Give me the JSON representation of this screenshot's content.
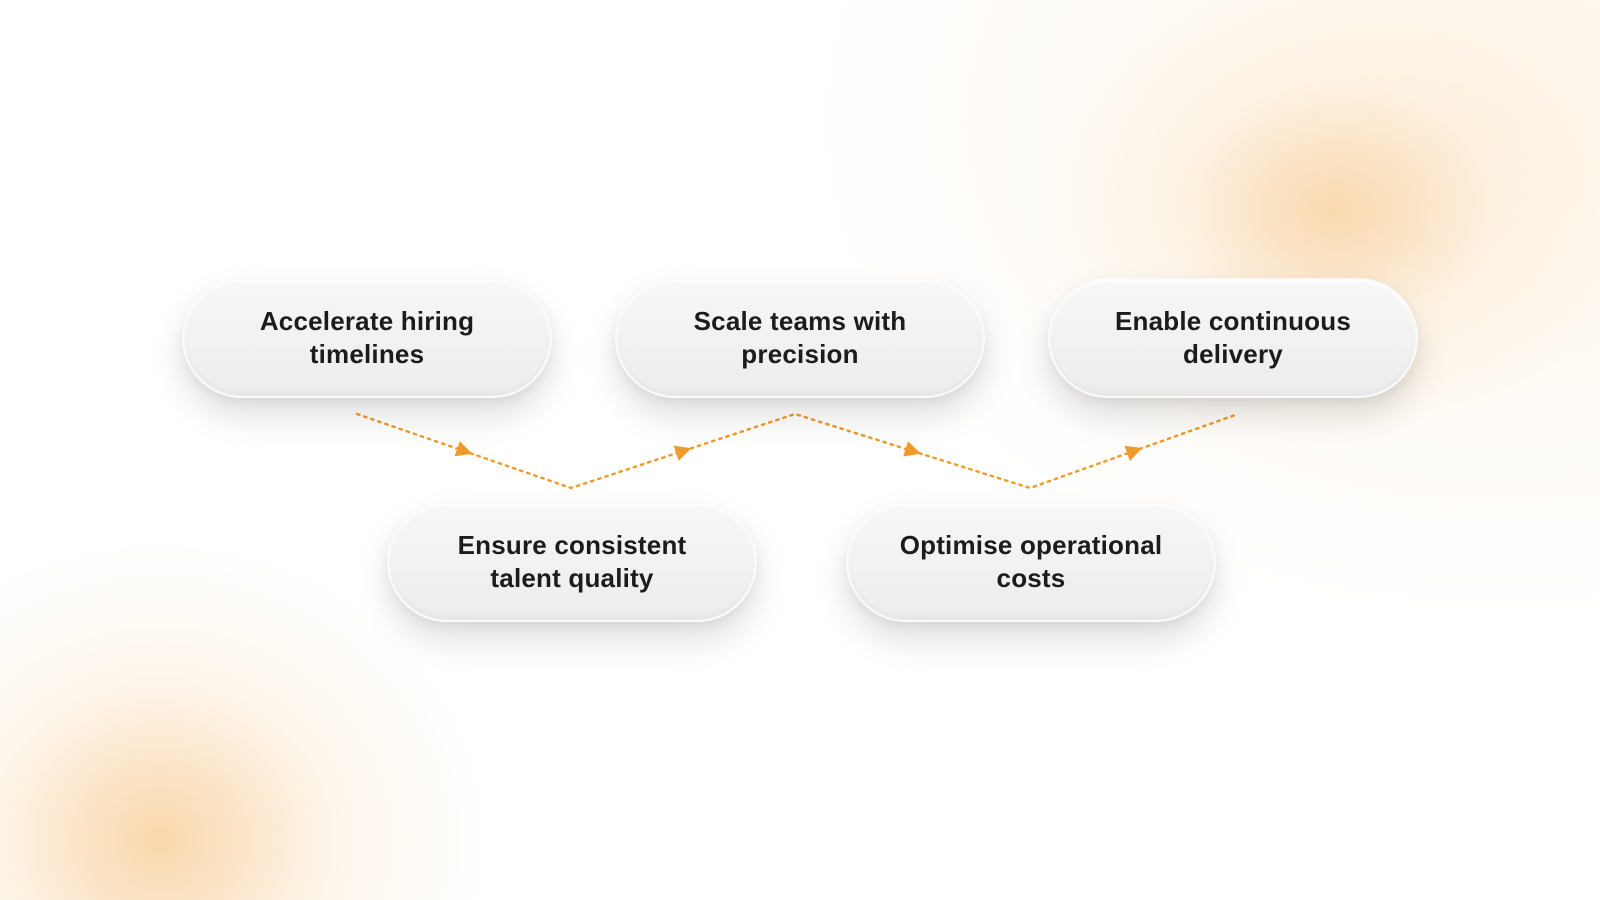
{
  "steps": [
    {
      "id": "s1",
      "label": "Accelerate hiring timelines"
    },
    {
      "id": "s2",
      "label": "Ensure consistent talent quality"
    },
    {
      "id": "s3",
      "label": "Scale teams with precision"
    },
    {
      "id": "s4",
      "label": "Optimise operational costs"
    },
    {
      "id": "s5",
      "label": "Enable continuous delivery"
    }
  ],
  "colors": {
    "connector": "#f09a2a",
    "pill_text": "#1c1c1c",
    "glow": "#f7c88c"
  },
  "connector_style": "dotted-zigzag-with-arrowheads"
}
